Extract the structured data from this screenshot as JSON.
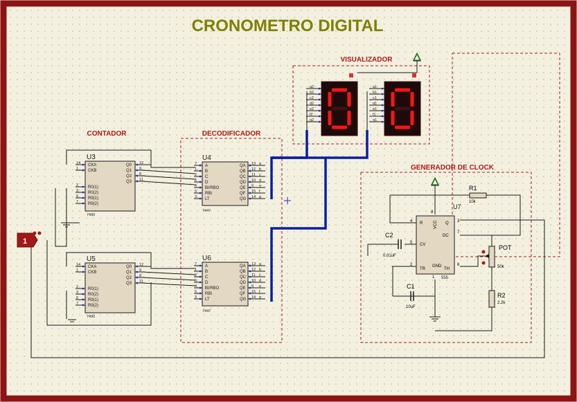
{
  "title": "CRONOMETRO DIGITAL",
  "colors": {
    "background": "#f3f0e0",
    "frame": "#8c1414",
    "title": "#808000",
    "section_label": "#b01818",
    "chip_fill": "#e3d8c2",
    "wire": "#1a1a1a",
    "bus": "#0a1f9c",
    "segment_on": "#ff1414",
    "display_body": "#1e0a0a",
    "power": "#1e7a1e",
    "pin_dot": "#2030c8"
  },
  "sections": {
    "contador": "CONTADOR",
    "decodificador": "DECODIFICADOR",
    "visualizador": "VISUALIZADOR",
    "clock": "GENERADOR DE CLOCK"
  },
  "counter_chip": {
    "part": "7490",
    "left_pins": [
      {
        "num": "14",
        "name": "CKA"
      },
      {
        "num": "1",
        "name": "CKB"
      },
      {
        "num": "2",
        "name": "R0(1)"
      },
      {
        "num": "3",
        "name": "R0(2)"
      },
      {
        "num": "6",
        "name": "R9(1)"
      },
      {
        "num": "7",
        "name": "R9(2)"
      }
    ],
    "right_pins": [
      {
        "num": "12",
        "name": "Q0"
      },
      {
        "num": "9",
        "name": "Q1"
      },
      {
        "num": "8",
        "name": "Q2"
      },
      {
        "num": "11",
        "name": "Q3"
      }
    ]
  },
  "decoder_chip": {
    "part": "7447",
    "left_pins": [
      {
        "num": "7",
        "name": "A"
      },
      {
        "num": "1",
        "name": "B"
      },
      {
        "num": "2",
        "name": "C"
      },
      {
        "num": "6",
        "name": "D"
      },
      {
        "num": "4",
        "name": "BI/RBO"
      },
      {
        "num": "5",
        "name": "RBI"
      },
      {
        "num": "3",
        "name": "LT"
      }
    ],
    "right_pins": [
      {
        "num": "13",
        "name": "QA",
        "net": "a"
      },
      {
        "num": "12",
        "name": "QB",
        "net": "b"
      },
      {
        "num": "11",
        "name": "QC",
        "net": "c"
      },
      {
        "num": "10",
        "name": "QD",
        "net": "d"
      },
      {
        "num": "9",
        "name": "QE",
        "net": "e"
      },
      {
        "num": "15",
        "name": "QF",
        "net": "f"
      },
      {
        "num": "14",
        "name": "QG",
        "net": "g"
      }
    ]
  },
  "u3": {
    "ref": "U3"
  },
  "u5": {
    "ref": "U5"
  },
  "u4": {
    "ref": "U4"
  },
  "u6": {
    "ref": "U6"
  },
  "display_nets": [
    "a",
    "b",
    "c",
    "d",
    "e",
    "f",
    "g"
  ],
  "display_left_labels": [
    "a2",
    "b2",
    "c2",
    "d2",
    "e2",
    "f2",
    "g2"
  ],
  "display_right_labels": [
    "a1",
    "b1",
    "c1",
    "d1",
    "e1",
    "f1",
    "g1"
  ],
  "display_digits": [
    "0",
    "0"
  ],
  "input_terminal": "1",
  "timer": {
    "ref": "U7",
    "part": "555",
    "pins": {
      "r_num": "4",
      "r": "R",
      "vcc_num": "8",
      "vcc": "VCC",
      "q_num": "3",
      "q": "Q",
      "dc_num": "7",
      "dc": "DC",
      "cv_num": "5",
      "cv": "CV",
      "tr_num": "2",
      "tr": "TR",
      "gnd_num": "1",
      "gnd": "GND",
      "th_num": "6",
      "th": "TH"
    }
  },
  "r1": {
    "ref": "R1",
    "value": "10k"
  },
  "r2": {
    "ref": "R2",
    "value": "2.2k"
  },
  "pot": {
    "ref": "POT",
    "value": "50k"
  },
  "c1": {
    "ref": "C1",
    "value": "10uF"
  },
  "c2": {
    "ref": "C2",
    "value": "0.01uF"
  }
}
